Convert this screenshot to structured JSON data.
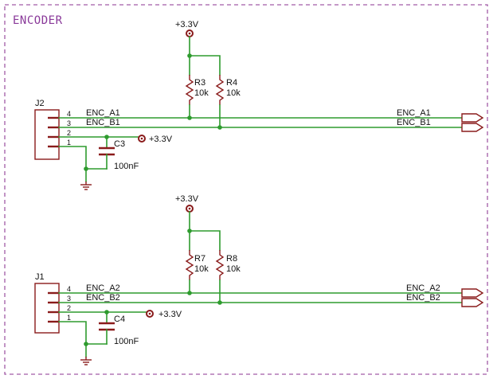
{
  "sheet_title": "ENCODER",
  "colors": {
    "wire": "#2e9b2e",
    "component": "#8a1b1b",
    "frame": "#a25aa6"
  },
  "block1": {
    "supply_top": "+3.3V",
    "connector_ref": "J2",
    "pins": [
      "4",
      "3",
      "2",
      "1"
    ],
    "net_a": "ENC_A1",
    "net_b": "ENC_B1",
    "r_a_ref": "R3",
    "r_a_val": "10k",
    "r_b_ref": "R4",
    "r_b_val": "10k",
    "cap_ref": "C3",
    "cap_val": "100nF",
    "supply_cap": "+3.3V",
    "port_a": "ENC_A1",
    "port_b": "ENC_B1"
  },
  "block2": {
    "supply_top": "+3.3V",
    "connector_ref": "J1",
    "pins": [
      "4",
      "3",
      "2",
      "1"
    ],
    "net_a": "ENC_A2",
    "net_b": "ENC_B2",
    "r_a_ref": "R7",
    "r_a_val": "10k",
    "r_b_ref": "R8",
    "r_b_val": "10k",
    "cap_ref": "C4",
    "cap_val": "100nF",
    "supply_cap": "+3.3V",
    "port_a": "ENC_A2",
    "port_b": "ENC_B2"
  }
}
